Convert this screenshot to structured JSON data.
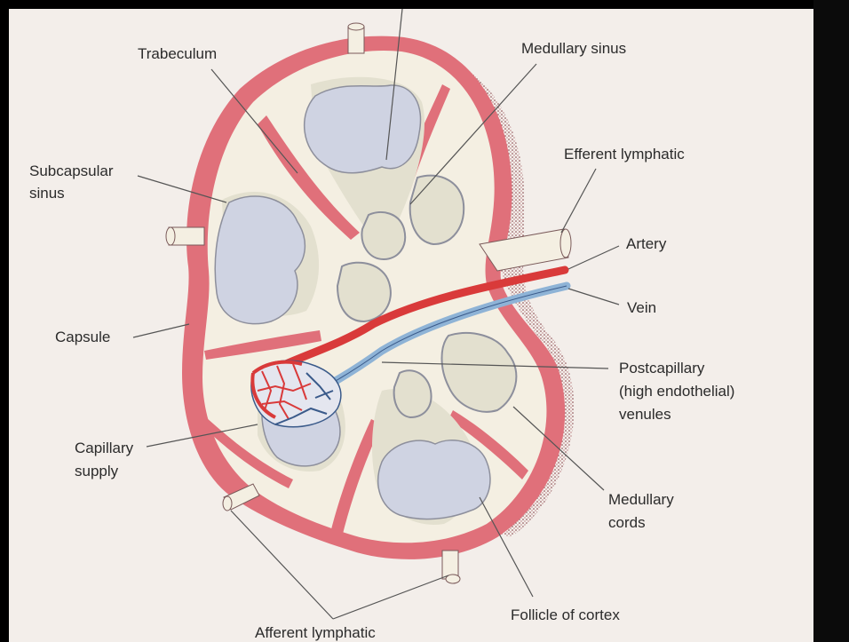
{
  "labels": {
    "trabeculum": "Trabeculum",
    "medullary_sinus": "Medullary sinus",
    "subcapsular_sinus_1": "Subcapsular",
    "subcapsular_sinus_2": "sinus",
    "efferent_lymphatic": "Efferent lymphatic",
    "artery": "Artery",
    "vein": "Vein",
    "capsule": "Capsule",
    "postcapillary_1": "Postcapillary",
    "postcapillary_2": "(high endothelial)",
    "postcapillary_3": "venules",
    "capillary_1": "Capillary",
    "capillary_2": "supply",
    "medullary_cords_1": "Medullary",
    "medullary_cords_2": "cords",
    "follicle": "Follicle of cortex",
    "afferent_lymphatic": "Afferent lymphatic"
  },
  "colors": {
    "capsule": "#e0707a",
    "sinus": "#f4efe2",
    "follicle": "#cfd3e2",
    "cortex": "#e3e0cf",
    "artery": "#d93a3a",
    "vein": "#8eb3d6"
  }
}
